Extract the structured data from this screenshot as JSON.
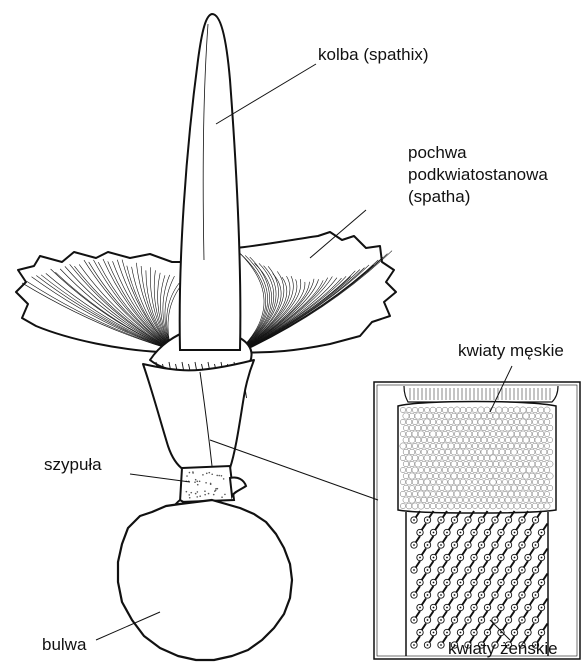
{
  "labels": {
    "kolba": "kolba (spathix)",
    "pochwa_line1": "pochwa",
    "pochwa_line2": "podkwiatostanowa",
    "pochwa_line3": "(spatha)",
    "kwiaty_meskie": "kwiaty męskie",
    "szypula": "szypuła",
    "bulwa": "bulwa",
    "kwiaty_zenskie": "kwiaty żeńskie"
  },
  "colors": {
    "ink": "#111111",
    "paper": "#ffffff",
    "stipple": "#555555"
  }
}
